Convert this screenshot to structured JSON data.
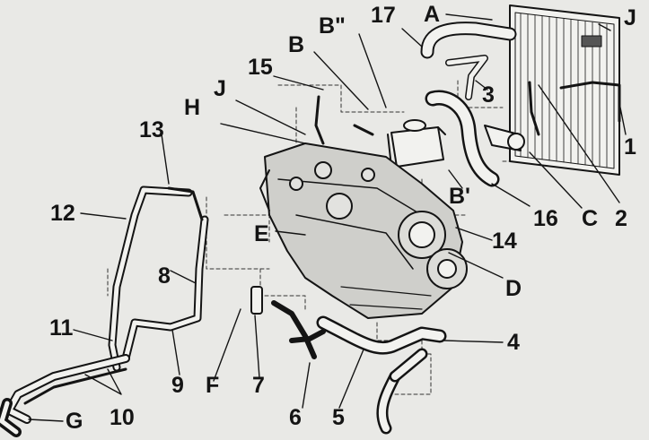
{
  "diagram": {
    "labels": {
      "A": "A",
      "B": "B",
      "B_prime": "B'",
      "B_double_prime": "B\"",
      "C": "C",
      "D": "D",
      "E": "E",
      "F": "F",
      "G": "G",
      "H": "H",
      "J_top": "J",
      "J_left": "J",
      "n1": "1",
      "n2": "2",
      "n3": "3",
      "n4": "4",
      "n5": "5",
      "n6": "6",
      "n7": "7",
      "n8": "8",
      "n9": "9",
      "n10": "10",
      "n11": "11",
      "n12": "12",
      "n13": "13",
      "n14": "14",
      "n15": "15",
      "n16": "16",
      "n17": "17"
    },
    "colors": {
      "background": "#e9e9e6",
      "ink": "#141414"
    }
  }
}
